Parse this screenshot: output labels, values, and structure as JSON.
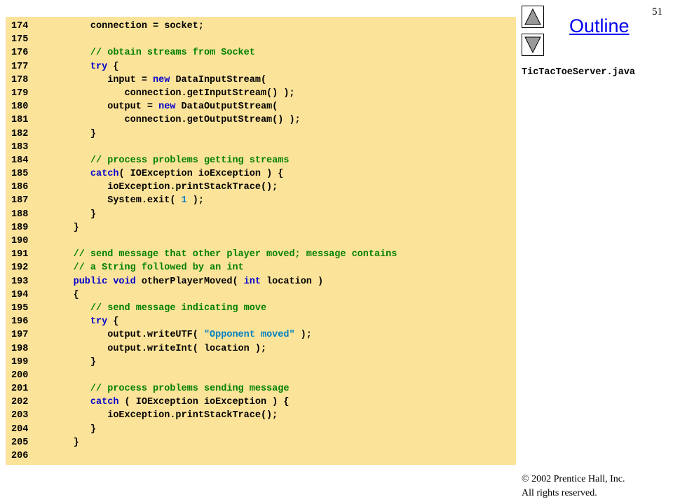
{
  "page_number": "51",
  "nav": {
    "outline_label": "Outline"
  },
  "file_name": "TicTacToeServer.java",
  "copyright": {
    "line1": "© 2002 Prentice Hall, Inc.",
    "line2": "All rights reserved."
  },
  "colors": {
    "panel_bg": "#fce39a",
    "keyword": "#0000cc",
    "comment": "#008000",
    "literal": "#0080c0",
    "link": "#0000ee"
  },
  "icons": {
    "up": "triangle-up-icon",
    "down": "triangle-down-icon"
  },
  "code_lines": [
    {
      "num": "174",
      "segments": [
        {
          "t": "         connection = socket;",
          "c": ""
        }
      ]
    },
    {
      "num": "175",
      "segments": []
    },
    {
      "num": "176",
      "segments": [
        {
          "t": "         // obtain streams from Socket",
          "c": "cm"
        }
      ]
    },
    {
      "num": "177",
      "segments": [
        {
          "t": "         ",
          "c": ""
        },
        {
          "t": "try",
          "c": "kw"
        },
        {
          "t": " {",
          "c": ""
        }
      ]
    },
    {
      "num": "178",
      "segments": [
        {
          "t": "            input = ",
          "c": ""
        },
        {
          "t": "new",
          "c": "kw"
        },
        {
          "t": " DataInputStream(",
          "c": ""
        }
      ]
    },
    {
      "num": "179",
      "segments": [
        {
          "t": "               connection.getInputStream() );",
          "c": ""
        }
      ]
    },
    {
      "num": "180",
      "segments": [
        {
          "t": "            output = ",
          "c": ""
        },
        {
          "t": "new",
          "c": "kw"
        },
        {
          "t": " DataOutputStream(",
          "c": ""
        }
      ]
    },
    {
      "num": "181",
      "segments": [
        {
          "t": "               connection.getOutputStream() );",
          "c": ""
        }
      ]
    },
    {
      "num": "182",
      "segments": [
        {
          "t": "         }",
          "c": ""
        }
      ]
    },
    {
      "num": "183",
      "segments": []
    },
    {
      "num": "184",
      "segments": [
        {
          "t": "         // process problems getting streams",
          "c": "cm"
        }
      ]
    },
    {
      "num": "185",
      "segments": [
        {
          "t": "         ",
          "c": ""
        },
        {
          "t": "catch",
          "c": "kw"
        },
        {
          "t": "( IOException ioException ) {",
          "c": ""
        }
      ]
    },
    {
      "num": "186",
      "segments": [
        {
          "t": "            ioException.printStackTrace();",
          "c": ""
        }
      ]
    },
    {
      "num": "187",
      "segments": [
        {
          "t": "            System.exit( ",
          "c": ""
        },
        {
          "t": "1",
          "c": "nm"
        },
        {
          "t": " );",
          "c": ""
        }
      ]
    },
    {
      "num": "188",
      "segments": [
        {
          "t": "         }",
          "c": ""
        }
      ]
    },
    {
      "num": "189",
      "segments": [
        {
          "t": "      }",
          "c": ""
        }
      ]
    },
    {
      "num": "190",
      "segments": []
    },
    {
      "num": "191",
      "segments": [
        {
          "t": "      // send message that other player moved; message contains",
          "c": "cm"
        }
      ]
    },
    {
      "num": "192",
      "segments": [
        {
          "t": "      // a String followed by an int",
          "c": "cm"
        }
      ]
    },
    {
      "num": "193",
      "segments": [
        {
          "t": "      ",
          "c": ""
        },
        {
          "t": "public",
          "c": "kw"
        },
        {
          "t": " ",
          "c": ""
        },
        {
          "t": "void",
          "c": "kw"
        },
        {
          "t": " otherPlayerMoved( ",
          "c": ""
        },
        {
          "t": "int",
          "c": "kw"
        },
        {
          "t": " location )",
          "c": ""
        }
      ]
    },
    {
      "num": "194",
      "segments": [
        {
          "t": "      {",
          "c": ""
        }
      ]
    },
    {
      "num": "195",
      "segments": [
        {
          "t": "         // send message indicating move",
          "c": "cm"
        }
      ]
    },
    {
      "num": "196",
      "segments": [
        {
          "t": "         ",
          "c": ""
        },
        {
          "t": "try",
          "c": "kw"
        },
        {
          "t": " {",
          "c": ""
        }
      ]
    },
    {
      "num": "197",
      "segments": [
        {
          "t": "            output.writeUTF( ",
          "c": ""
        },
        {
          "t": "\"Opponent moved\"",
          "c": "st"
        },
        {
          "t": " );",
          "c": ""
        }
      ]
    },
    {
      "num": "198",
      "segments": [
        {
          "t": "            output.writeInt( location );",
          "c": ""
        }
      ]
    },
    {
      "num": "199",
      "segments": [
        {
          "t": "         }",
          "c": ""
        }
      ]
    },
    {
      "num": "200",
      "segments": []
    },
    {
      "num": "201",
      "segments": [
        {
          "t": "         // process problems sending message",
          "c": "cm"
        }
      ]
    },
    {
      "num": "202",
      "segments": [
        {
          "t": "         ",
          "c": ""
        },
        {
          "t": "catch",
          "c": "kw"
        },
        {
          "t": " ( IOException ioException ) {",
          "c": ""
        }
      ]
    },
    {
      "num": "203",
      "segments": [
        {
          "t": "            ioException.printStackTrace();",
          "c": ""
        }
      ]
    },
    {
      "num": "204",
      "segments": [
        {
          "t": "         }",
          "c": ""
        }
      ]
    },
    {
      "num": "205",
      "segments": [
        {
          "t": "      }",
          "c": ""
        }
      ]
    },
    {
      "num": "206",
      "segments": []
    }
  ]
}
